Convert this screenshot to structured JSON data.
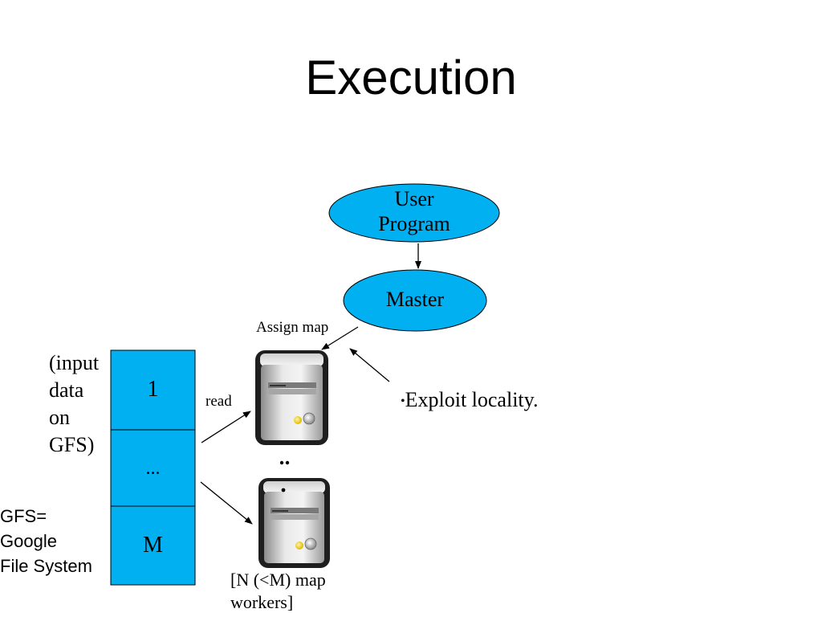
{
  "slide": {
    "title": "Execution"
  },
  "nodes": {
    "user_program": {
      "line1": "User",
      "line2": "Program"
    },
    "master": {
      "label": "Master"
    }
  },
  "edges": {
    "assign_map": "Assign map",
    "read": "read"
  },
  "input_blocks": [
    "1",
    "...",
    "M"
  ],
  "input_caption": [
    "(input",
    "data",
    "on",
    "GFS)"
  ],
  "gfs_note": [
    "GFS=",
    "Google",
    "File System"
  ],
  "bullet": {
    "marker": "•",
    "text": "Exploit locality."
  },
  "workers_caption": [
    "[N (<M) map",
    "workers]"
  ],
  "colors": {
    "node_fill": "#00b0f0",
    "block_fill": "#00b0f0",
    "stroke": "#000000"
  },
  "icons": [
    "server-icon",
    "server-icon"
  ]
}
